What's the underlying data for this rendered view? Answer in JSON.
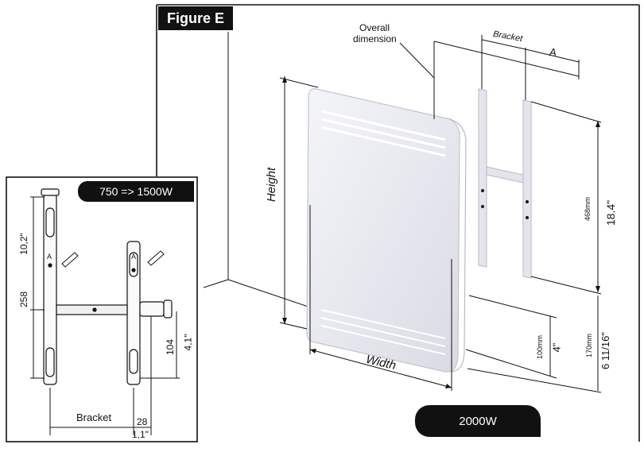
{
  "figure_label": "Figure E",
  "main_view": {
    "overall_dimension_line1": "Overall",
    "overall_dimension_line2": "dimension",
    "bracket_label": "Bracket",
    "a_label": "A",
    "height_label": "Height",
    "width_label": "Width",
    "dim_468_mm": "468mm",
    "dim_18_4_in": "18.4\"",
    "dim_100_mm": "100mm",
    "dim_4_in": "4\"",
    "dim_170_mm": "170mm",
    "dim_6_11_16_in": "6 11/16\"",
    "model_badge": "2000W"
  },
  "inset": {
    "model_badge": "750 => 1500W",
    "dim_10_2_in": "10,2\"",
    "dim_258": "258",
    "dim_104": "104",
    "dim_4_1_in": "4,1\"",
    "mark_a_left": "A",
    "mark_a_right": "A",
    "bracket_label": "Bracket",
    "dim_28": "28",
    "dim_1_1_in": "1,1\""
  },
  "colors": {
    "line": "#111111",
    "badge_bg": "#111111",
    "badge_text": "#ffffff",
    "panel_fill": "#e9eaf0",
    "panel_edge": "#c9cad3",
    "panel_stripe": "#ffffff"
  }
}
